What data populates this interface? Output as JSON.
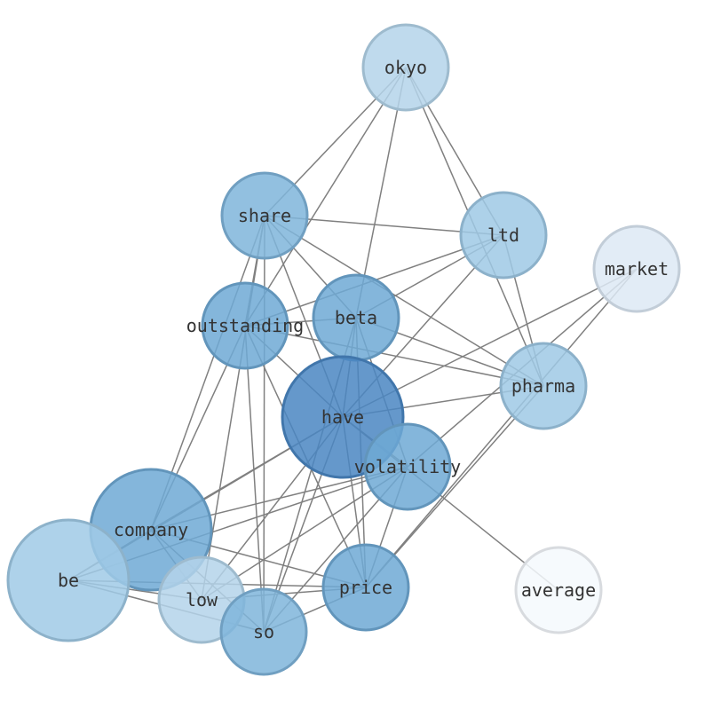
{
  "nodes": [
    {
      "id": "okyo",
      "label": "okyo",
      "color": "#b4d4ea"
    },
    {
      "id": "share",
      "label": "share",
      "color": "#7fb5db"
    },
    {
      "id": "ltd",
      "label": "ltd",
      "color": "#9fc9e5"
    },
    {
      "id": "market",
      "label": "market",
      "color": "#dde9f5"
    },
    {
      "id": "beta",
      "label": "beta",
      "color": "#6fa9d5"
    },
    {
      "id": "outstanding",
      "label": "outstanding",
      "color": "#6fa9d5"
    },
    {
      "id": "pharma",
      "label": "pharma",
      "color": "#9fc9e5"
    },
    {
      "id": "have",
      "label": "have",
      "color": "#4a86c2"
    },
    {
      "id": "volatility",
      "label": "volatility",
      "color": "#6fa9d5"
    },
    {
      "id": "company",
      "label": "company",
      "color": "#6fa9d5"
    },
    {
      "id": "be",
      "label": "be",
      "color": "#a0cae6"
    },
    {
      "id": "low",
      "label": "low",
      "color": "#b4d4ea"
    },
    {
      "id": "price",
      "label": "price",
      "color": "#6fa9d5"
    },
    {
      "id": "so",
      "label": "so",
      "color": "#7fb5db"
    },
    {
      "id": "average",
      "label": "average",
      "color": "#f5f9fd"
    }
  ],
  "edges": [
    [
      "okyo",
      "share"
    ],
    [
      "okyo",
      "outstanding"
    ],
    [
      "okyo",
      "beta"
    ],
    [
      "okyo",
      "ltd"
    ],
    [
      "okyo",
      "pharma"
    ],
    [
      "share",
      "ltd"
    ],
    [
      "share",
      "outstanding"
    ],
    [
      "share",
      "beta"
    ],
    [
      "share",
      "pharma"
    ],
    [
      "share",
      "have"
    ],
    [
      "share",
      "company"
    ],
    [
      "share",
      "so"
    ],
    [
      "share",
      "low"
    ],
    [
      "ltd",
      "outstanding"
    ],
    [
      "ltd",
      "beta"
    ],
    [
      "ltd",
      "have"
    ],
    [
      "ltd",
      "pharma"
    ],
    [
      "market",
      "have"
    ],
    [
      "market",
      "volatility"
    ],
    [
      "market",
      "price"
    ],
    [
      "beta",
      "outstanding"
    ],
    [
      "beta",
      "have"
    ],
    [
      "beta",
      "pharma"
    ],
    [
      "beta",
      "volatility"
    ],
    [
      "beta",
      "price"
    ],
    [
      "beta",
      "so"
    ],
    [
      "outstanding",
      "pharma"
    ],
    [
      "outstanding",
      "company"
    ],
    [
      "outstanding",
      "so"
    ],
    [
      "outstanding",
      "have"
    ],
    [
      "outstanding",
      "price"
    ],
    [
      "pharma",
      "have"
    ],
    [
      "pharma",
      "price"
    ],
    [
      "have",
      "company"
    ],
    [
      "have",
      "be"
    ],
    [
      "have",
      "so"
    ],
    [
      "have",
      "price"
    ],
    [
      "have",
      "low"
    ],
    [
      "have",
      "average"
    ],
    [
      "have",
      "volatility"
    ],
    [
      "volatility",
      "company"
    ],
    [
      "volatility",
      "be"
    ],
    [
      "volatility",
      "so"
    ],
    [
      "volatility",
      "price"
    ],
    [
      "volatility",
      "low"
    ],
    [
      "company",
      "be"
    ],
    [
      "company",
      "so"
    ],
    [
      "company",
      "price"
    ],
    [
      "company",
      "low"
    ],
    [
      "be",
      "low"
    ],
    [
      "be",
      "so"
    ],
    [
      "be",
      "price"
    ],
    [
      "low",
      "price"
    ],
    [
      "price",
      "so"
    ]
  ]
}
